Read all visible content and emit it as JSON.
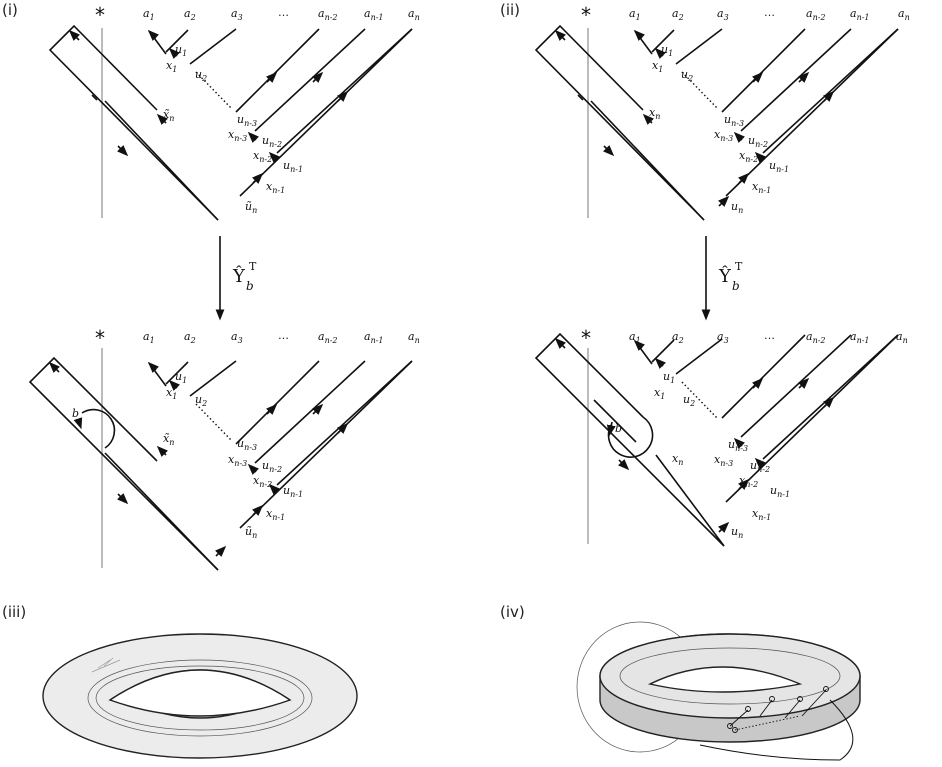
{
  "panels": {
    "i": "(i)",
    "ii": "(ii)",
    "iii": "(iii)",
    "iv": "(iv)"
  },
  "labels": {
    "star": "*",
    "a": [
      "a",
      "a",
      "a",
      "…",
      "a",
      "a",
      "a"
    ],
    "a_sub": [
      "1",
      "2",
      "3",
      "",
      "n-2",
      "n-1",
      "n"
    ],
    "u": "u",
    "x": "x",
    "u_subs": [
      "1",
      "2",
      "n-3",
      "n-2",
      "n-1",
      "n"
    ],
    "x_subs": [
      "1",
      "n-3",
      "n-2",
      "n-1",
      "n"
    ],
    "b": "b"
  },
  "operator": {
    "symbol": "Ŷ",
    "subscript": "b",
    "superscript": "T"
  },
  "colors": {
    "stroke": "#111111",
    "grey_axis": "#bbbbbb",
    "torus_fill": "#ececec"
  }
}
